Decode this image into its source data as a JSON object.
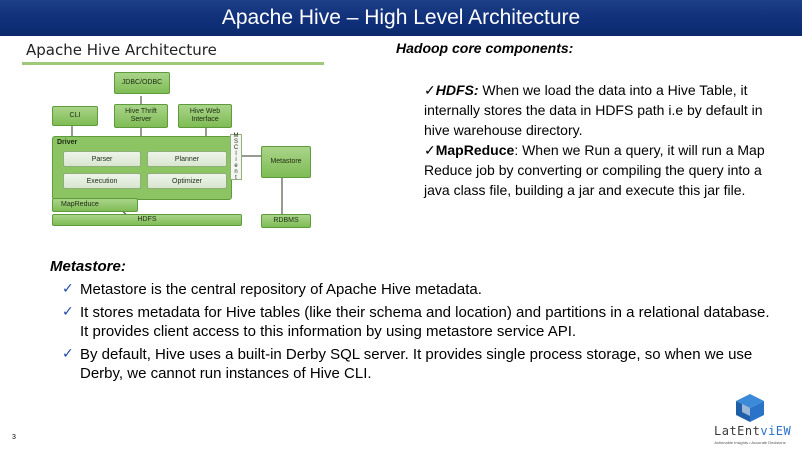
{
  "header": {
    "title": "Apache Hive – High Level Architecture"
  },
  "diagram": {
    "title": "Apache Hive Architecture",
    "jdbc": "JDBC/ODBC",
    "cli": "CLI",
    "thrift": "Hive Thrift Server",
    "web": "Hive Web Interface",
    "driver": "Driver",
    "parser": "Parser",
    "planner": "Planner",
    "execution": "Execution",
    "optimizer": "Optimizer",
    "msclient": [
      "M",
      "S",
      "C",
      "l",
      "i",
      "e",
      "n",
      "t"
    ],
    "metastore": "Metastore",
    "mapreduce": "MapReduce",
    "hdfs": "HDFS",
    "rdbms": "RDBMS"
  },
  "hadoop": {
    "heading": "Hadoop core components:",
    "items": [
      {
        "check": "✓",
        "term": "HDFS:",
        "text": " When we load the data into a Hive Table, it internally stores the data in HDFS path i.e by default in hive warehouse directory."
      },
      {
        "check": "✓",
        "term": "MapReduce",
        "text": ": When we Run a query, it will run a Map Reduce job by converting or compiling the query into a java class file, building a jar and execute this jar file."
      }
    ]
  },
  "metastore": {
    "heading": "Metastore:",
    "bullets": [
      "Metastore is the central repository of Apache Hive metadata.",
      " It stores metadata for Hive tables (like their schema and location) and partitions in a relational database. It provides client access to this information by using metastore service API.",
      "By default, Hive uses a built-in Derby SQL server. It provides single process storage, so when we use Derby, we cannot run instances of Hive CLI."
    ],
    "check": "✓"
  },
  "page_number": "3",
  "logo": {
    "word_part1": "LatEnt",
    "word_part2": "viEW",
    "tagline": "Actionable Insights • Accurate Decisions"
  },
  "colors": {
    "title_bg": "#10307a",
    "box_green": "#8cc464",
    "check_blue": "#1f4aa8",
    "logo_blue": "#2a73c8"
  }
}
